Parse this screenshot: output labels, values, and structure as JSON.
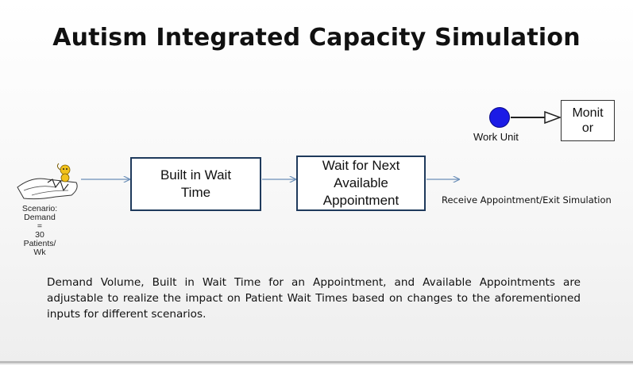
{
  "title": "Autism Integrated Capacity Simulation",
  "legend": {
    "work_unit_label": "Work Unit",
    "monitor_label": "Monit\nor",
    "work_unit_color": "#1b1be6"
  },
  "source": {
    "label_lines": [
      "Scenario:",
      "Demand",
      "=",
      "30",
      "Patients/",
      "Wk"
    ]
  },
  "steps": [
    {
      "label": "Built in Wait Time"
    },
    {
      "label": "Wait for Next Available Appointment"
    }
  ],
  "exit_label": "Receive Appointment/Exit Simulation",
  "description": "Demand Volume, Built in Wait Time for an Appointment, and Available Appointments are adjustable to realize the impact on Patient Wait Times based on changes to the aforementioned inputs for different scenarios.",
  "colors": {
    "box_border": "#1f3a5c",
    "connector": "#6b8fb8"
  }
}
